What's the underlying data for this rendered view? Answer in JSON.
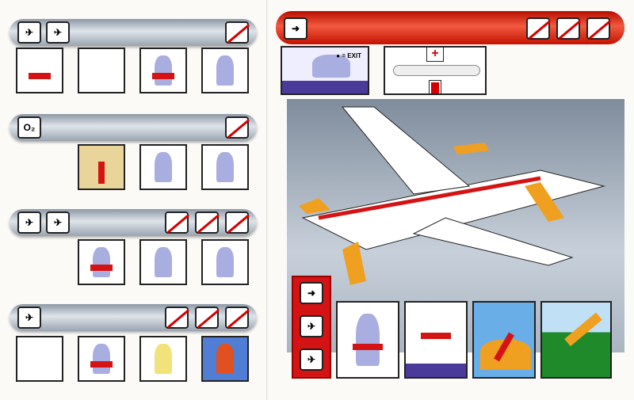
{
  "left_panel": {
    "oxygen_icon_label": "O₂"
  },
  "right_panel": {
    "exit_sign": "● = EXIT"
  },
  "icons": [
    "plane-takeoff",
    "plane-landing",
    "no-smoking",
    "oxygen-mask",
    "plane-water-landing",
    "plane-ground-landing",
    "no-baggage",
    "no-high-heels",
    "evacuate-icon",
    "first-aid",
    "fire-extinguisher"
  ],
  "colors": {
    "red": "#d41414",
    "bar_gray": "#b8c0ca",
    "shirt": "#a9aee0",
    "slide": "#f0a020"
  }
}
